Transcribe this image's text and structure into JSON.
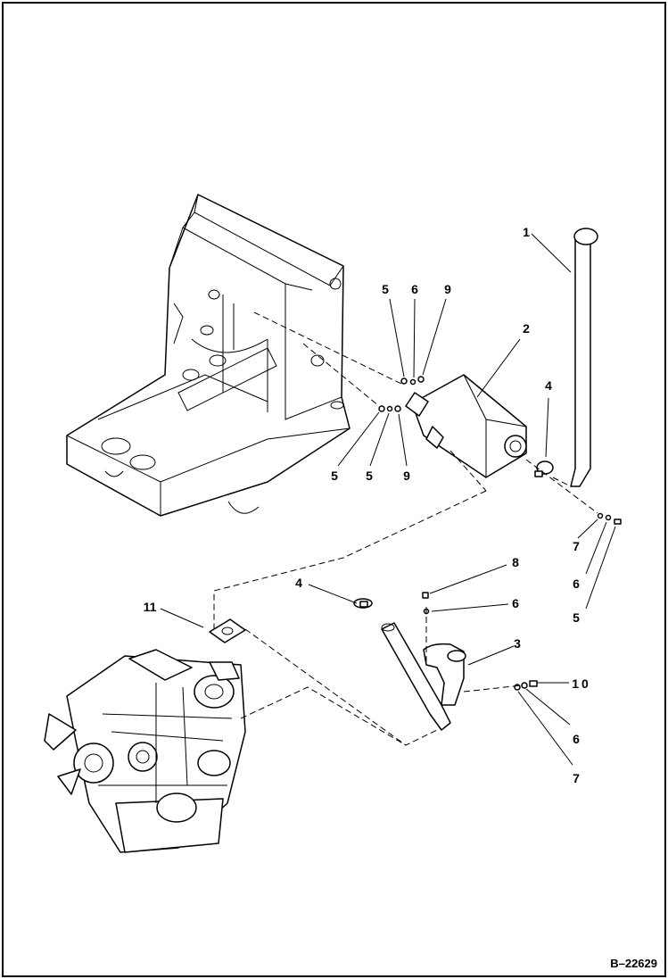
{
  "figure_id": "B–22629",
  "callouts": {
    "c1": "1",
    "c2": "2",
    "c4a": "4",
    "c4b": "4",
    "c5a": "5",
    "c5b": "5",
    "c5c": "5",
    "c5d": "5",
    "c6a": "6",
    "c6b": "6",
    "c6c": "6",
    "c6d": "6",
    "c7a": "7",
    "c7b": "7",
    "c8": "8",
    "c9a": "9",
    "c9b": "9",
    "c3": "3",
    "c10": "10",
    "c11": "11"
  }
}
